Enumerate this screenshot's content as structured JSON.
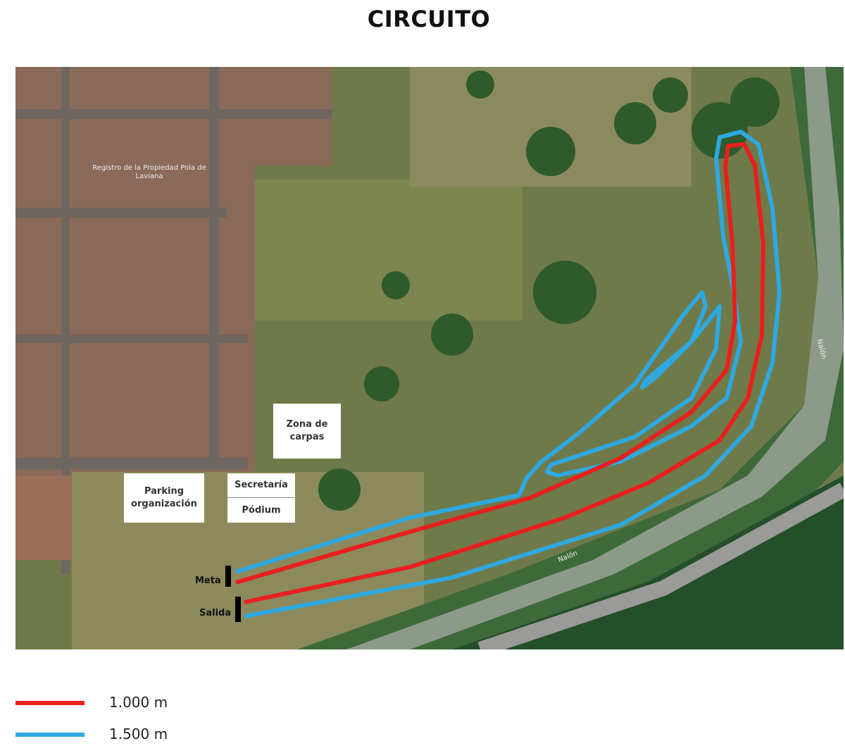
{
  "title": "CIRCUITO",
  "map": {
    "labels": {
      "zona_carpas": "Zona de carpas",
      "parking": "Parking organización",
      "secretaria": "Secretaría",
      "podium": "Pódium",
      "meta": "Meta",
      "salida": "Salida",
      "place": "Registro de la Propiedad Pola de Laviana",
      "river_1": "Nalón",
      "river_2": "Nalón"
    },
    "colors": {
      "route_1000": "#e8201e",
      "route_1500": "#2fa8e0"
    }
  },
  "legend": [
    {
      "label": "1.000 m",
      "color": "#e8201e"
    },
    {
      "label": "1.500 m",
      "color": "#2fa8e0"
    }
  ]
}
